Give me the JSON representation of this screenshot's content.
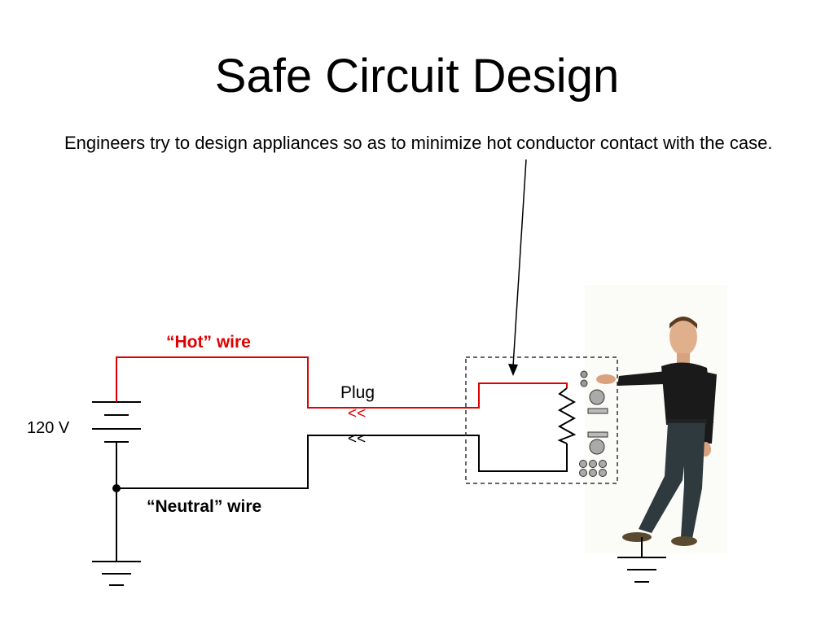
{
  "slide": {
    "title": "Safe Circuit Design",
    "bullet": "Engineers try to design appliances so as to minimize hot conductor contact with the case."
  },
  "diagram": {
    "hot_wire_label": "“Hot” wire",
    "neutral_wire_label": "“Neutral” wire",
    "plug_label": "Plug",
    "plug_hot_symbol": "<<",
    "plug_neutral_symbol": "<<",
    "source_voltage_label": "120 V",
    "colors": {
      "hot": "#e00000",
      "neutral": "#000000",
      "case_outline": "#333333",
      "panel_bg": "#fdfdfb"
    }
  }
}
